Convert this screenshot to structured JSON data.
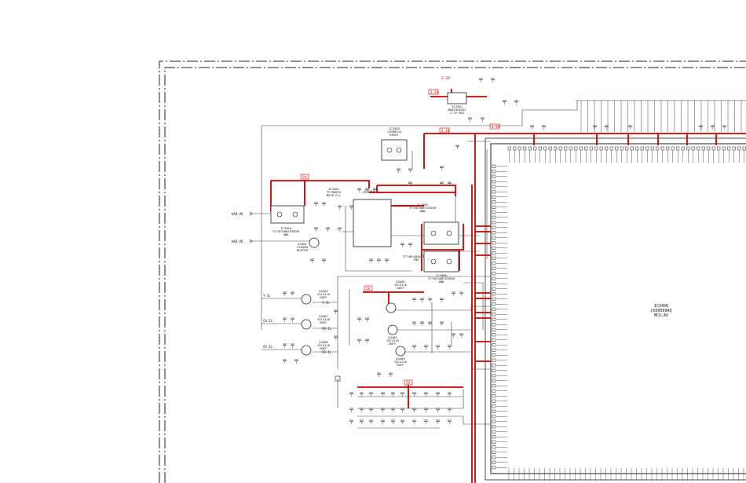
{
  "power_labels": [
    "3.3V",
    "3.3V",
    "3.3V",
    "3.3V",
    "5V",
    "5V",
    "5V"
  ],
  "ics": [
    {
      "ref": "IC3401",
      "part": "BA033LBSG2",
      "note": "3.3V REG"
    },
    {
      "ref": "IC3403",
      "part": "CXP88532",
      "note": "RESET"
    },
    {
      "ref": "IC3400",
      "part": "TC74HCU04AFTELF",
      "note": "INV"
    },
    {
      "ref": "IC3402",
      "part": "TC7S66FU",
      "note": "MUTE PLL"
    },
    {
      "ref": "IC3404",
      "part": "TC7SET08FUTE85R",
      "note": "AND"
    },
    {
      "ref": "IC3405",
      "part": "TC7SET08FUTE85R",
      "note": "AND"
    },
    {
      "ref": "IC3406",
      "part": "TC7SET08FUTE85R",
      "note": "AND"
    },
    {
      "ref": "IC3408",
      "part": "CXD9509AQ",
      "note": "MCU,AV"
    }
  ],
  "main_ic": {
    "ref": "IC3408",
    "part": "CXD9509AQ",
    "note": "MCU,AV"
  },
  "transistors": [
    {
      "ref": "Q3401",
      "part": "2SK508",
      "note": "BUFFER"
    },
    {
      "ref": "Q3403",
      "part": "2SC4116",
      "note": "BUFF"
    },
    {
      "ref": "Q3407",
      "part": "2SC4116",
      "note": "BUFF"
    },
    {
      "ref": "Q3408",
      "part": "2SC4116",
      "note": "BUFF"
    },
    {
      "ref": "Q3402",
      "part": "2SC4116",
      "note": "BUFF"
    },
    {
      "ref": "Q3404",
      "part": "2SC4116",
      "note": "BUFF"
    },
    {
      "ref": "Q3405",
      "part": "2SC4116",
      "note": "BUFF"
    }
  ],
  "signal_labels": [
    "HAD-VD",
    "HAD-VD",
    "Y-IL",
    "CB-IL",
    "CR-IL",
    "Y-IL",
    "CB-IL",
    "CR-IL"
  ],
  "colors": {
    "power_trace": "#cc0000",
    "line": "#1a1a1a"
  }
}
